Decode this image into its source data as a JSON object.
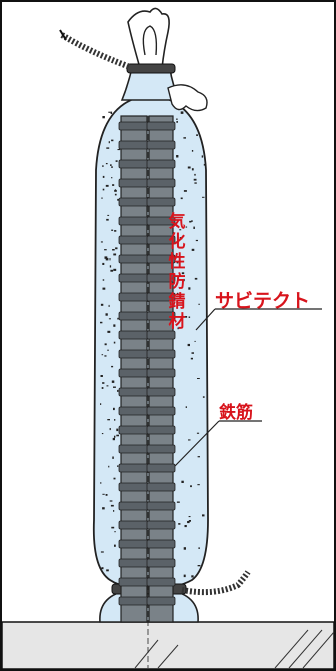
{
  "labels": {
    "vertical_chars": [
      "気",
      "化",
      "性",
      "防",
      "錆",
      "材"
    ],
    "product": "サビテクト",
    "rebar": "鉄筋"
  },
  "colors": {
    "bag_fill": "#d4e8f6",
    "rebar": "#7a8288",
    "rebar_dark": "#3a3f44",
    "label_red": "#d8141c",
    "ground": "#e8e8e8"
  }
}
